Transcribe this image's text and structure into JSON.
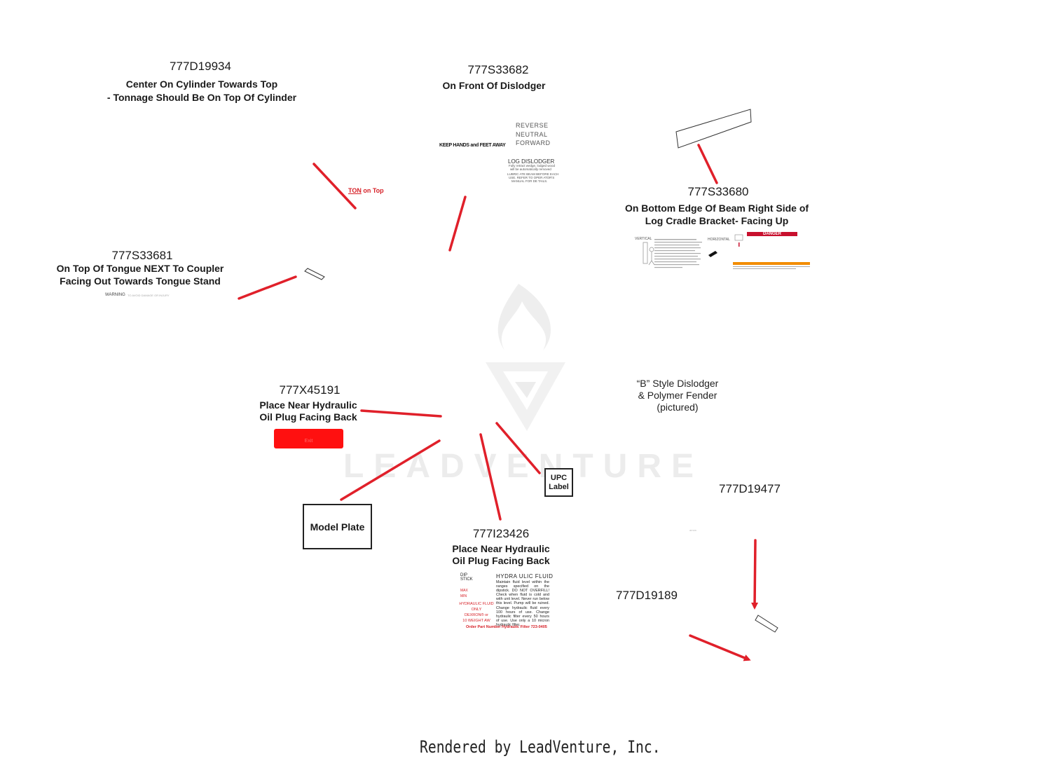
{
  "watermark": {
    "brand": "LEADVENTURE"
  },
  "footer": {
    "text": "Rendered by LeadVenture, Inc."
  },
  "callouts": {
    "c1": {
      "part": "777D19934",
      "line1": "Center On Cylinder Towards Top",
      "line2": "- Tonnage Should Be On Top Of Cylinder"
    },
    "c2": {
      "part": "777S33682",
      "line1": "On Front Of Dislodger"
    },
    "c3": {
      "part": "777S33680",
      "line1": "On Bottom Edge Of Beam Right Side of",
      "line2": "Log Cradle Bracket- Facing Up"
    },
    "c4": {
      "part": "777S33681",
      "line1": "On  Top  Of  Tongue  NEXT  To  Coupler",
      "line2": "Facing Out Towards Tongue Stand"
    },
    "c5": {
      "part": "777X45191",
      "line1": "Place Near Hydraulic",
      "line2": "Oil Plug Facing Back"
    },
    "c6": {
      "part": "777I23426",
      "line1": "Place Near Hydraulic",
      "line2": "Oil Plug Facing Back"
    },
    "c7": {
      "part": "777D19477"
    },
    "c8": {
      "part": "777D19189"
    }
  },
  "note": {
    "line1": "“B” Style Dislodger",
    "line2": "& Polymer Fender",
    "line3": "(pictured)"
  },
  "labels": {
    "ton": {
      "prefix": "TON",
      "suffix": " on Top"
    },
    "keep_hands": "KEEP HANDS and FEET AWAY",
    "reverse": "REVERSE",
    "neutral": "NEUTRAL",
    "forward": "FORWARD",
    "log_dislodger": "LOG DISLODGER",
    "log_dislodger_sub1": "Fully retract wedge, lodged wood",
    "log_dislodger_sub2": "will be automatically removed",
    "log_dislodger_sub3": "LUBRIC  ATE BEAM BEFORE EACH",
    "log_dislodger_sub4": "USE. REFER TO OPER    ATOR'S",
    "log_dislodger_sub5": "MANUAL FOR DE    TAILS.",
    "danger": "DANGER",
    "vertical": "VERTICAL",
    "horizontal": "HORIZONTAL",
    "warning_small": "WARNING",
    "warning_tail": "TO AVOID DAMAGE OR INJURY",
    "upc_line1": "UPC",
    "upc_line2": "Label",
    "model_plate": "Model Plate",
    "red_tag": "Exit",
    "d19477_small": "arrow",
    "hydra_title": "HYDRA ULIC FLUID",
    "hydra_body": "Maintain fluid level within the ranges specified on the dipstick. DO NOT OVERFILL! Check when fluid is cold and with unit level. Never run below this level. Pump will be ruined. Change hydraulic fluid every 100 hours of use. Change hydraulic filter every 50 hours of use. Use only a 10 micron hydraulic filter.",
    "dip_stick1": "DIP",
    "dip_stick2": "STICK",
    "max_label": "MAX",
    "min_label": "MIN",
    "hyd_fluid1": "HYDRAULIC FLUID",
    "hyd_fluid2": "ONLY",
    "hyd_fluid3": "DEXRON® or",
    "hyd_fluid4": "10 WEIGHT AW",
    "order_part": "Order Part Number Hydraulic Filter 723-0405"
  },
  "colors": {
    "leader": "#e0202a",
    "ton_red": "#d62027",
    "danger_red": "#c8102e",
    "warning_orange": "#f28c00",
    "watermark": "#ececec"
  }
}
